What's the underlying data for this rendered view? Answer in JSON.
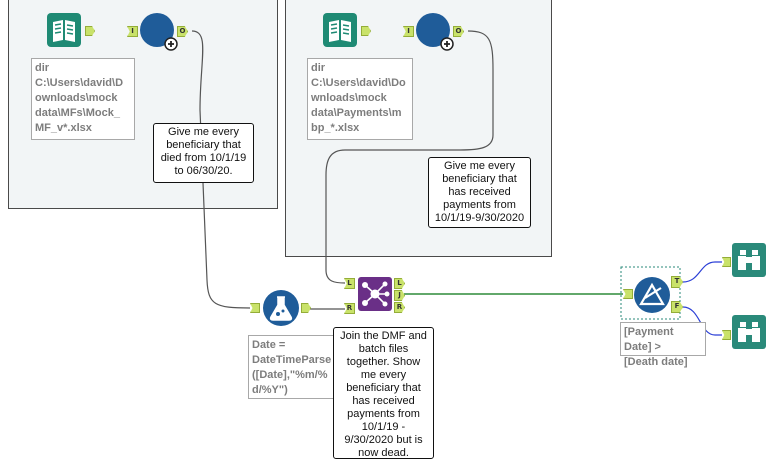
{
  "canvas": {
    "background": "#ffffff",
    "container_fill": "#f2f5f6"
  },
  "colors": {
    "tool_blue": "#1f5c99",
    "input_teal": "#1f8a74",
    "join_purple": "#6a2f87",
    "browse_teal": "#2a8a7a",
    "wire_gray": "#555555",
    "wire_green": "#2e8b3a",
    "wire_blue": "#2b3fd6"
  },
  "annotations": {
    "input1": "dir\nC:\\Users\\david\\D\nownloads\\mock\ndata\\MFs\\Mock_\nMF_v*.xlsx",
    "input2": "dir\nC:\\Users\\david\\Do\nwnloads\\mock\ndata\\Payments\\m\nbp_*.xlsx",
    "formula": "Date =\nDateTimeParse\n([Date],\"%m/%\nd/%Y\")",
    "filter": "[Payment Date] >\n[Death date]"
  },
  "comments": {
    "c1": "Give me every\nbeneficiary that\ndied from 10/1/19\nto 06/30/20.",
    "c2": "Give me every\nbeneficiary that\nhas received\npayments from\n10/1/19-9/30/2020",
    "c3": "Join the DMF and\nbatch files\ntogether. Show\nme every\nbeneficiary that\nhas received\npayments from\n10/1/19 -\n9/30/2020 but is\nnow dead."
  },
  "ports": {
    "input": "I",
    "output": "O",
    "join_left": "L",
    "join_right": "R",
    "join_join": "J",
    "true": "T",
    "false": "F"
  },
  "icons": {
    "input1": "directory-book-icon",
    "union1": "union-circle-icon",
    "input2": "directory-book-icon",
    "union2": "union-circle-icon",
    "formula": "formula-flask-icon",
    "join": "join-network-icon",
    "filter": "filter-icon",
    "browse": "binoculars-icon"
  }
}
